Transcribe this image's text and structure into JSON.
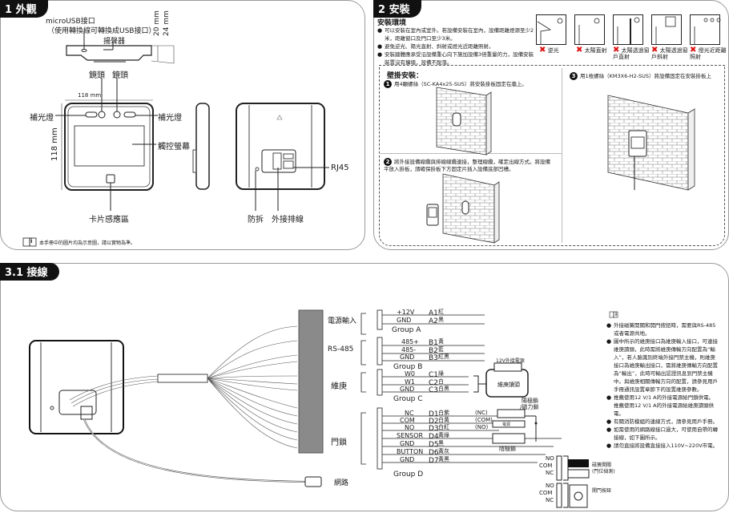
{
  "section1": {
    "tab": "1 外觀",
    "labels": {
      "microusb": "microUSB接口",
      "microusb_note": "（使用轉換線可轉換成USB接口）",
      "speaker": "揚聲器",
      "dim_20": "20 mm",
      "dim_24": "24 mm",
      "lens_left": "鏡頭",
      "lens_right": "鏡頭",
      "dim_width": "118 mm",
      "dim_height": "118 mm",
      "fill_light_left": "補光燈",
      "fill_light_right": "補光燈",
      "touch_screen": "觸控螢幕",
      "card_area": "卡片感應區",
      "rj45": "RJ45",
      "tamper": "防拆",
      "ext_cable": "外接排線"
    },
    "note": "本手冊中的圖片均為示意圖，請以實物為準。"
  },
  "section2": {
    "tab": "2 安裝",
    "env_title": "安裝環境",
    "env_bullets": [
      "可以安裝在室內或室外。若設備安裝在室內，設備距離燈源至少2米，距離窗口及門口至少3米。",
      "避免逆光、陽光直射、斜射或燈光近距離照射。",
      "安裝牆體應承受沿設備重心向下施加設備3倍重量的力，設備安裝裝置沒有擴墻，設備不脫落。"
    ],
    "env_icons": [
      {
        "icon": "backlight-icon",
        "label": "逆光"
      },
      {
        "icon": "direct-sun-icon",
        "label": "太陽直射"
      },
      {
        "icon": "sun-through-window-direct-icon",
        "label": "太陽透過窗戶直射"
      },
      {
        "icon": "sun-through-window-oblique-icon",
        "label": "太陽透過窗戶斜射"
      },
      {
        "icon": "close-light-icon",
        "label": "燈光近距離照射"
      }
    ],
    "wall_title": "壁掛安裝：",
    "steps": [
      {
        "num": "1",
        "text": "用4顆螺絲（SC-KA4x25-SUS）將安裝掛板固定在牆上。"
      },
      {
        "num": "2",
        "text": "將外接設備線纜與排線線纜連接，整理線纜，確定出線方式。將設備平放入掛板，請確保掛板下方固定片插入設備底部凹槽。"
      },
      {
        "num": "3",
        "text": "用1枚螺絲（KM3X6-H2-SUS）將設備固定在安裝掛板上"
      }
    ]
  },
  "section3": {
    "tab": "3.1 接線",
    "groups": [
      {
        "name": "電源輸入",
        "group": "Group A",
        "pins": [
          {
            "signal": "+12V",
            "pin": "A1",
            "color": "紅"
          },
          {
            "signal": "GND",
            "pin": "A2",
            "color": "黑"
          }
        ]
      },
      {
        "name": "RS-485",
        "group": "Group B",
        "pins": [
          {
            "signal": "485+",
            "pin": "B1",
            "color": "黃"
          },
          {
            "signal": "485-",
            "pin": "B2",
            "color": "藍"
          },
          {
            "signal": "GND",
            "pin": "B3",
            "color": "紅黑"
          }
        ]
      },
      {
        "name": "維庚",
        "group": "Group C",
        "pins": [
          {
            "signal": "W0",
            "pin": "C1",
            "color": "綠"
          },
          {
            "signal": "W1",
            "pin": "C2",
            "color": "白"
          },
          {
            "signal": "GND",
            "pin": "C3",
            "color": "白黑"
          }
        ]
      },
      {
        "name": "門鎖",
        "group": "Group D",
        "pins": [
          {
            "signal": "NC",
            "pin": "D1",
            "color": "白紫"
          },
          {
            "signal": "COM",
            "pin": "D2",
            "color": "白黃"
          },
          {
            "signal": "NO",
            "pin": "D3",
            "color": "白紅"
          },
          {
            "signal": "SENSOR",
            "pin": "D4",
            "color": "黃綠"
          },
          {
            "signal": "GND",
            "pin": "D5",
            "color": "黑"
          },
          {
            "signal": "BUTTON",
            "pin": "D6",
            "color": "黃灰"
          },
          {
            "signal": "GND",
            "pin": "D7",
            "color": "黃黑"
          }
        ]
      }
    ],
    "network_label": "網路",
    "ext_power": "12V外接電源",
    "wiegand_reader": "維庚讀頭",
    "lock1_label": "陽極鎖",
    "lock1_sub": "/磁力鎖",
    "lock_paren": [
      "(NC)",
      "(COM)",
      "(NO)"
    ],
    "power_box": "電源",
    "lock2_label": "陰極鎖",
    "terminal_labels": [
      "NO",
      "COM",
      "NC"
    ],
    "door_contact": "磁簧開關",
    "door_contact_sub": "(門位偵測)",
    "exit_button": "開門按鈕",
    "notes": [
      "外接磁簧開關和開門按鈕時，需要與RS-485或者電源共地。",
      "圖中所示的維庚接口為維庚輸入接口，可連接維庚讀頭，此時需將維庚傳輸方向配置為“輸入”，若人臉識別終端外接門禁主機，則維庚接口為維庚輸出接口，需將維庚傳輸方向配置為“輸出”，此時可輸出認證訊息到門禁主機中。與維庚相關傳輸方向的配置，請參見用戶手冊通訊設置章節下的設置維庚參數。",
      "推薦使用12 V/1 A的外接電源給門鎖供電。推薦使用12 V/1 A的外接電源給維庚讀頭供電。",
      "有關消防模組的連線方式，請參見用戶手冊。",
      "如需使用的網路線接口過大，可使用自帶的轉接線，如下圖所示。",
      "請勿直接將設備直接接入110V~220V市電。"
    ]
  }
}
